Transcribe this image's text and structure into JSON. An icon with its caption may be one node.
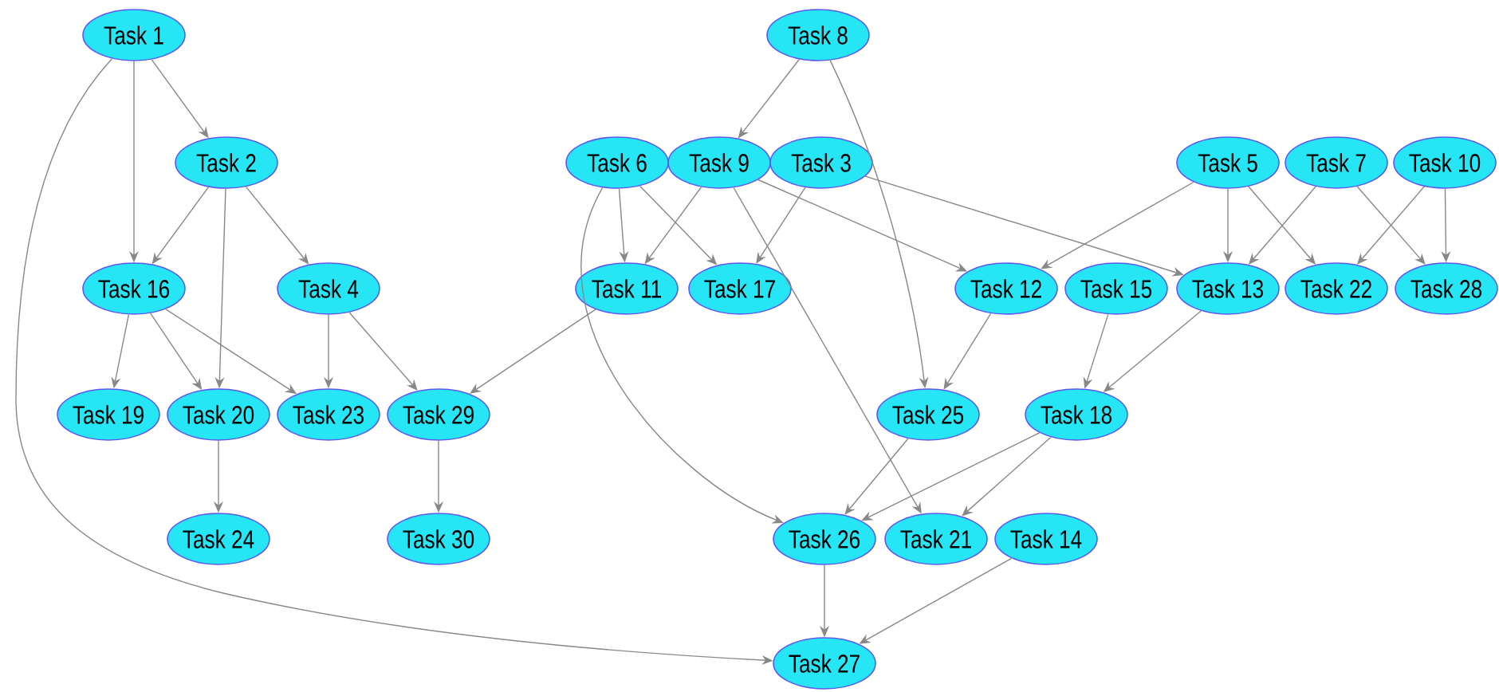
{
  "diagram": {
    "nodes": [
      {
        "text": [
          "Task 1"
        ]
      },
      {
        "text": [
          "Task 8"
        ]
      },
      {
        "text": [
          "Task 2"
        ]
      },
      {
        "text": [
          "Task 6"
        ]
      },
      {
        "text": [
          "Task 9"
        ]
      },
      {
        "text": [
          "Task 3"
        ]
      },
      {
        "text": [
          "Task 5"
        ]
      },
      {
        "text": [
          "Task 7"
        ]
      },
      {
        "text": [
          "Task 10"
        ]
      },
      {
        "text": [
          "Task 16"
        ]
      },
      {
        "text": [
          "Task 4"
        ]
      },
      {
        "text": [
          "Task 11"
        ]
      },
      {
        "text": [
          "Task 17"
        ]
      },
      {
        "text": [
          "Task 12"
        ]
      },
      {
        "text": [
          "Task 15"
        ]
      },
      {
        "text": [
          "Task 13"
        ]
      },
      {
        "text": [
          "Task 22"
        ]
      },
      {
        "text": [
          "Task 28"
        ]
      },
      {
        "text": [
          "Task 19"
        ]
      },
      {
        "text": [
          "Task 20"
        ]
      },
      {
        "text": [
          "Task 23"
        ]
      },
      {
        "text": [
          "Task 29"
        ]
      },
      {
        "text": [
          "Task 25"
        ]
      },
      {
        "text": [
          "Task 18"
        ]
      },
      {
        "text": [
          "Task 24"
        ]
      },
      {
        "text": [
          "Task 30"
        ]
      },
      {
        "text": [
          "Task 26"
        ]
      },
      {
        "text": [
          "Task 21"
        ]
      },
      {
        "text": [
          "Task 14"
        ]
      },
      {
        "text": [
          "Task 27"
        ]
      }
    ],
    "edges": [
      {
        "from": 0,
        "to": 2,
        "arrow": "to"
      },
      {
        "from": 0,
        "to": 9,
        "arrow": "to"
      },
      {
        "from": 0,
        "to": 29,
        "arrow": "to"
      },
      {
        "from": 2,
        "to": 9,
        "arrow": "to"
      },
      {
        "from": 2,
        "to": 19,
        "arrow": "to"
      },
      {
        "from": 2,
        "to": 10,
        "arrow": "to"
      },
      {
        "from": 9,
        "to": 18,
        "arrow": "to"
      },
      {
        "from": 9,
        "to": 19,
        "arrow": "to"
      },
      {
        "from": 9,
        "to": 20,
        "arrow": "to"
      },
      {
        "from": 10,
        "to": 20,
        "arrow": "to"
      },
      {
        "from": 10,
        "to": 21,
        "arrow": "to"
      },
      {
        "from": 19,
        "to": 24,
        "arrow": "to"
      },
      {
        "from": 21,
        "to": 25,
        "arrow": "to"
      },
      {
        "from": 11,
        "to": 21,
        "arrow": "to"
      },
      {
        "from": 1,
        "to": 4,
        "arrow": "to"
      },
      {
        "from": 1,
        "to": 22,
        "arrow": "to"
      },
      {
        "from": 3,
        "to": 11,
        "arrow": "to"
      },
      {
        "from": 3,
        "to": 12,
        "arrow": "to"
      },
      {
        "from": 3,
        "to": 26,
        "arrow": "to"
      },
      {
        "from": 4,
        "to": 11,
        "arrow": "to"
      },
      {
        "from": 4,
        "to": 13,
        "arrow": "to"
      },
      {
        "from": 4,
        "to": 27,
        "arrow": "to"
      },
      {
        "from": 5,
        "to": 12,
        "arrow": "to"
      },
      {
        "from": 5,
        "to": 15,
        "arrow": "to"
      },
      {
        "from": 13,
        "to": 22,
        "arrow": "to"
      },
      {
        "from": 6,
        "to": 13,
        "arrow": "to"
      },
      {
        "from": 6,
        "to": 15,
        "arrow": "to"
      },
      {
        "from": 6,
        "to": 16,
        "arrow": "to"
      },
      {
        "from": 7,
        "to": 15,
        "arrow": "to"
      },
      {
        "from": 7,
        "to": 17,
        "arrow": "to"
      },
      {
        "from": 8,
        "to": 16,
        "arrow": "to"
      },
      {
        "from": 8,
        "to": 17,
        "arrow": "to"
      },
      {
        "from": 14,
        "to": 23,
        "arrow": "to"
      },
      {
        "from": 15,
        "to": 23,
        "arrow": "to"
      },
      {
        "from": 22,
        "to": 26,
        "arrow": "to"
      },
      {
        "from": 23,
        "to": 26,
        "arrow": "to"
      },
      {
        "from": 23,
        "to": 27,
        "arrow": "to"
      },
      {
        "from": 26,
        "to": 29,
        "arrow": "to"
      },
      {
        "from": 28,
        "to": 29,
        "arrow": "to"
      }
    ]
  }
}
